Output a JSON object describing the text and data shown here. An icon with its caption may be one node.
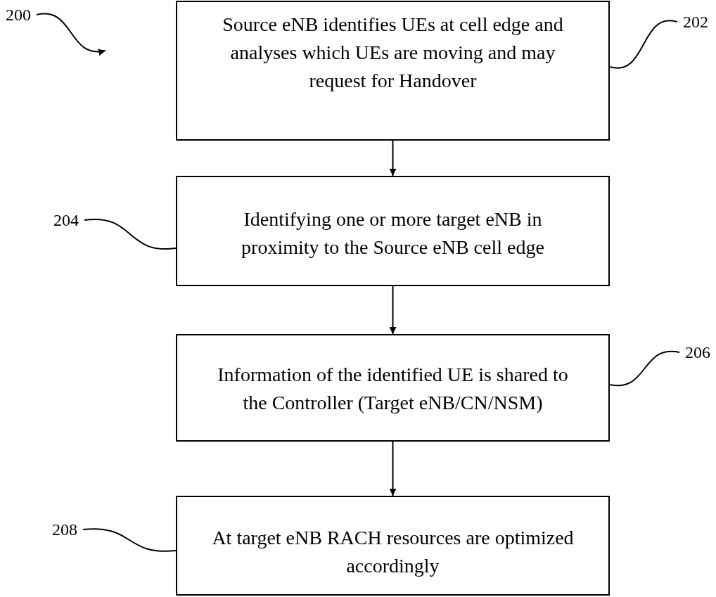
{
  "diagram": {
    "nodes": [
      {
        "text": [
          "Source eNB identifies UEs at cell edge and analyses which UEs are moving and may request for Handover"
        ]
      },
      {
        "text": [
          "Identifying one or more target eNB in proximity to the Source eNB cell edge"
        ]
      },
      {
        "text": [
          "Information of the identified UE is shared to the Controller (Target eNB/CN/NSM)"
        ]
      },
      {
        "text": [
          "At target eNB RACH resources are optimized accordingly"
        ]
      },
      {
        "text": [
          "200"
        ]
      },
      {
        "text": [
          "202"
        ]
      },
      {
        "text": [
          "204"
        ]
      },
      {
        "text": [
          "206"
        ]
      },
      {
        "text": [
          "208"
        ]
      }
    ],
    "edges": [
      {
        "from": 0,
        "to": 1,
        "arrow": "to"
      },
      {
        "from": 1,
        "to": 2,
        "arrow": "to"
      },
      {
        "from": 2,
        "to": 3,
        "arrow": "to"
      },
      {
        "from": 4,
        "to": null,
        "arrow": "to"
      },
      {
        "from": 5,
        "to": 0,
        "arrow": "none"
      },
      {
        "from": 6,
        "to": 1,
        "arrow": "none"
      },
      {
        "from": 7,
        "to": 2,
        "arrow": "none"
      },
      {
        "from": 8,
        "to": 3,
        "arrow": "none"
      }
    ]
  }
}
